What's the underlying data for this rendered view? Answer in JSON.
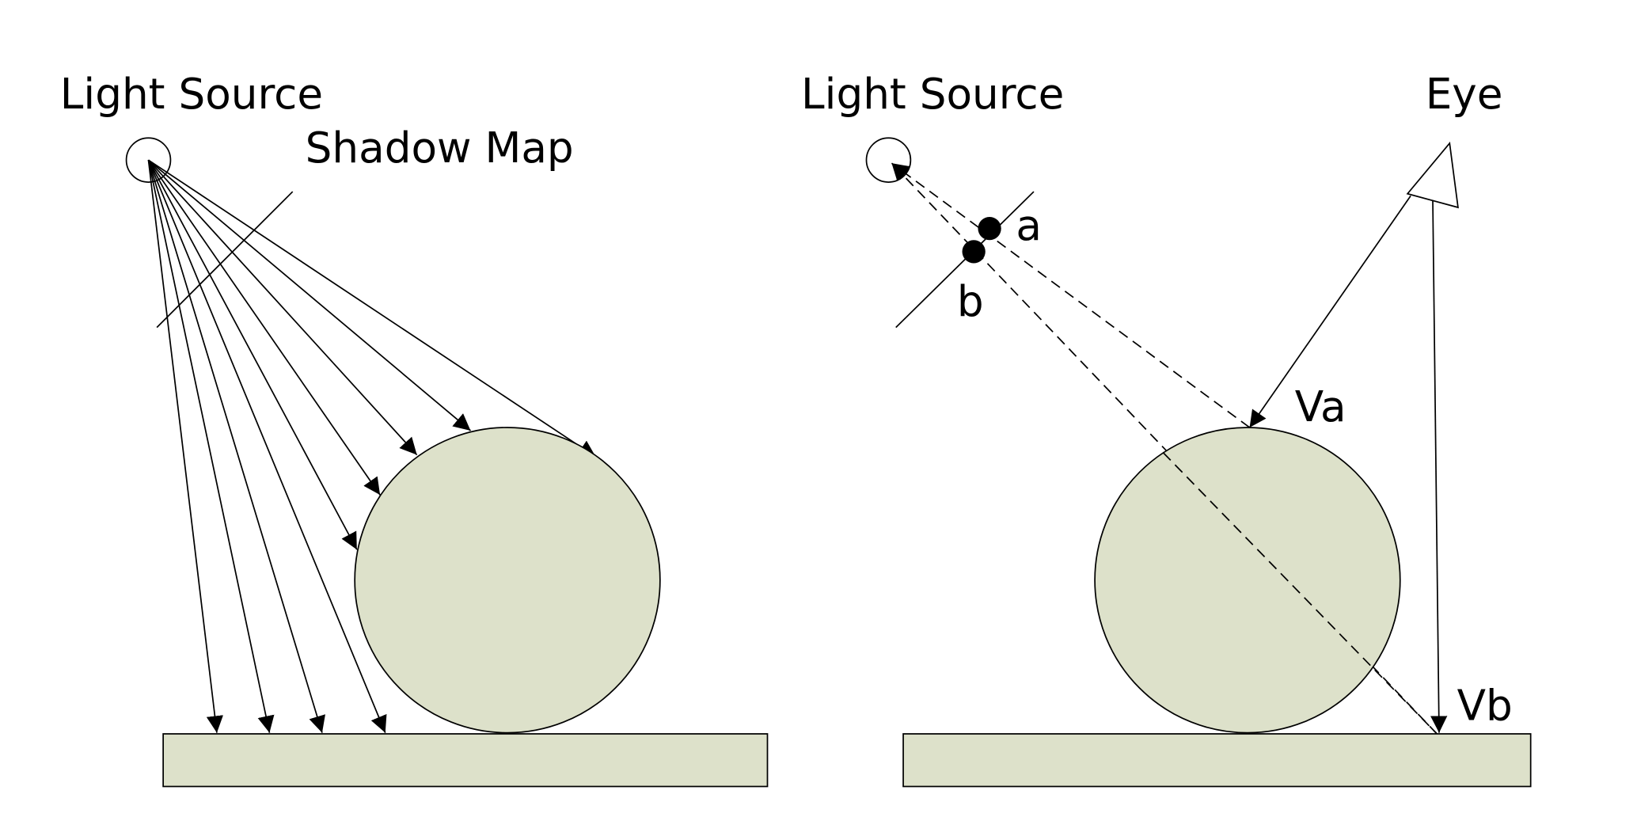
{
  "colors": {
    "fill": "#dde1ca",
    "stroke": "#000000",
    "background": "#ffffff"
  },
  "left_panel": {
    "light_label": "Light Source",
    "shadow_map_label": "Shadow Map"
  },
  "right_panel": {
    "light_label": "Light Source",
    "eye_label": "Eye",
    "point_a_label": "a",
    "point_b_label": "b",
    "va_label": "Va",
    "vb_label": "Vb"
  }
}
